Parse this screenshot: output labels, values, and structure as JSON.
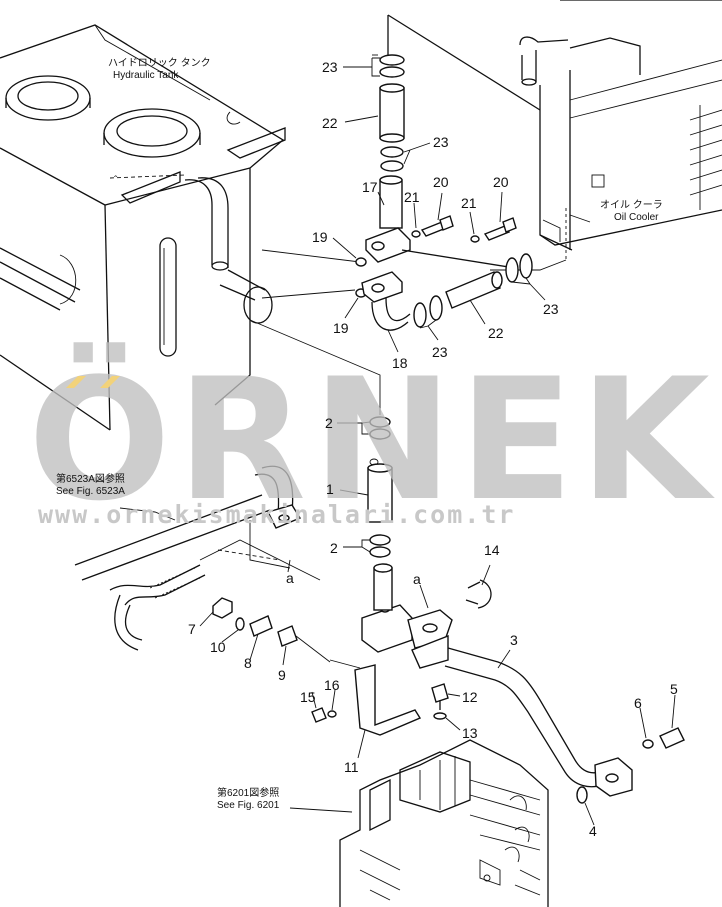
{
  "labels": {
    "hydraulic_tank_jp": "ハイドロリック タンク",
    "hydraulic_tank_en": "Hydraulic Tank",
    "oil_cooler_jp": "オイル クーラ",
    "oil_cooler_en": "Oil Cooler",
    "ref_6523a_jp": "第6523A図参照",
    "ref_6523a_en": "See Fig. 6523A",
    "ref_6201_jp": "第6201図参照",
    "ref_6201_en": "See Fig. 6201",
    "connector_a_1": "a",
    "connector_a_2": "a"
  },
  "callouts": {
    "p23_top": "23",
    "p22_top": "22",
    "p23_mid": "23",
    "p17": "17",
    "p21_a": "21",
    "p20_a": "20",
    "p21_b": "21",
    "p20_b": "20",
    "p19_a": "19",
    "p19_b": "19",
    "p18": "18",
    "p23_low": "23",
    "p22_right": "22",
    "p23_right": "23",
    "p2_a": "2",
    "p1": "1",
    "p2_b": "2",
    "p14": "14",
    "p3": "3",
    "p7": "7",
    "p10": "10",
    "p8": "8",
    "p9": "9",
    "p15": "15",
    "p16": "16",
    "p12": "12",
    "p13": "13",
    "p11": "11",
    "p6": "6",
    "p5": "5",
    "p4": "4"
  },
  "watermark": {
    "brand": "ÖRNEK",
    "url": "www.ornekismakinalari.com.tr",
    "accent_color": "#f2d27a",
    "text_color": "#bfbfbf"
  }
}
